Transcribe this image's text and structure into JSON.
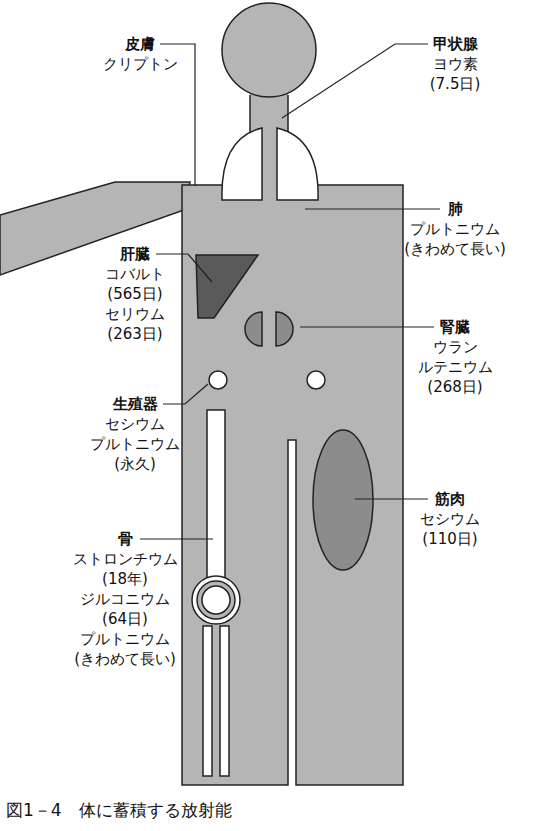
{
  "diagram": {
    "caption": "図1－4　体に蓄積する放射能",
    "labels": [
      "皮膚",
      "クリプトン",
      "甲状腺",
      "ヨウ素",
      "(7.5日)",
      "肺",
      "プルトニウム",
      "(きわめて長い)",
      "肝臓",
      "コバルト",
      "(565日)",
      "セリウム",
      "(263日)",
      "腎臓",
      "ウラン",
      "ルテニウム",
      "(268日)",
      "生殖器",
      "セシウム",
      "プルトニウム",
      "(永久)",
      "筋肉",
      "セシウム",
      "(110日)",
      "骨",
      "ストロンチウム",
      "(18年)",
      "ジルコニウム",
      "(64日)",
      "プルトニウム",
      "(きわめて長い)"
    ]
  }
}
